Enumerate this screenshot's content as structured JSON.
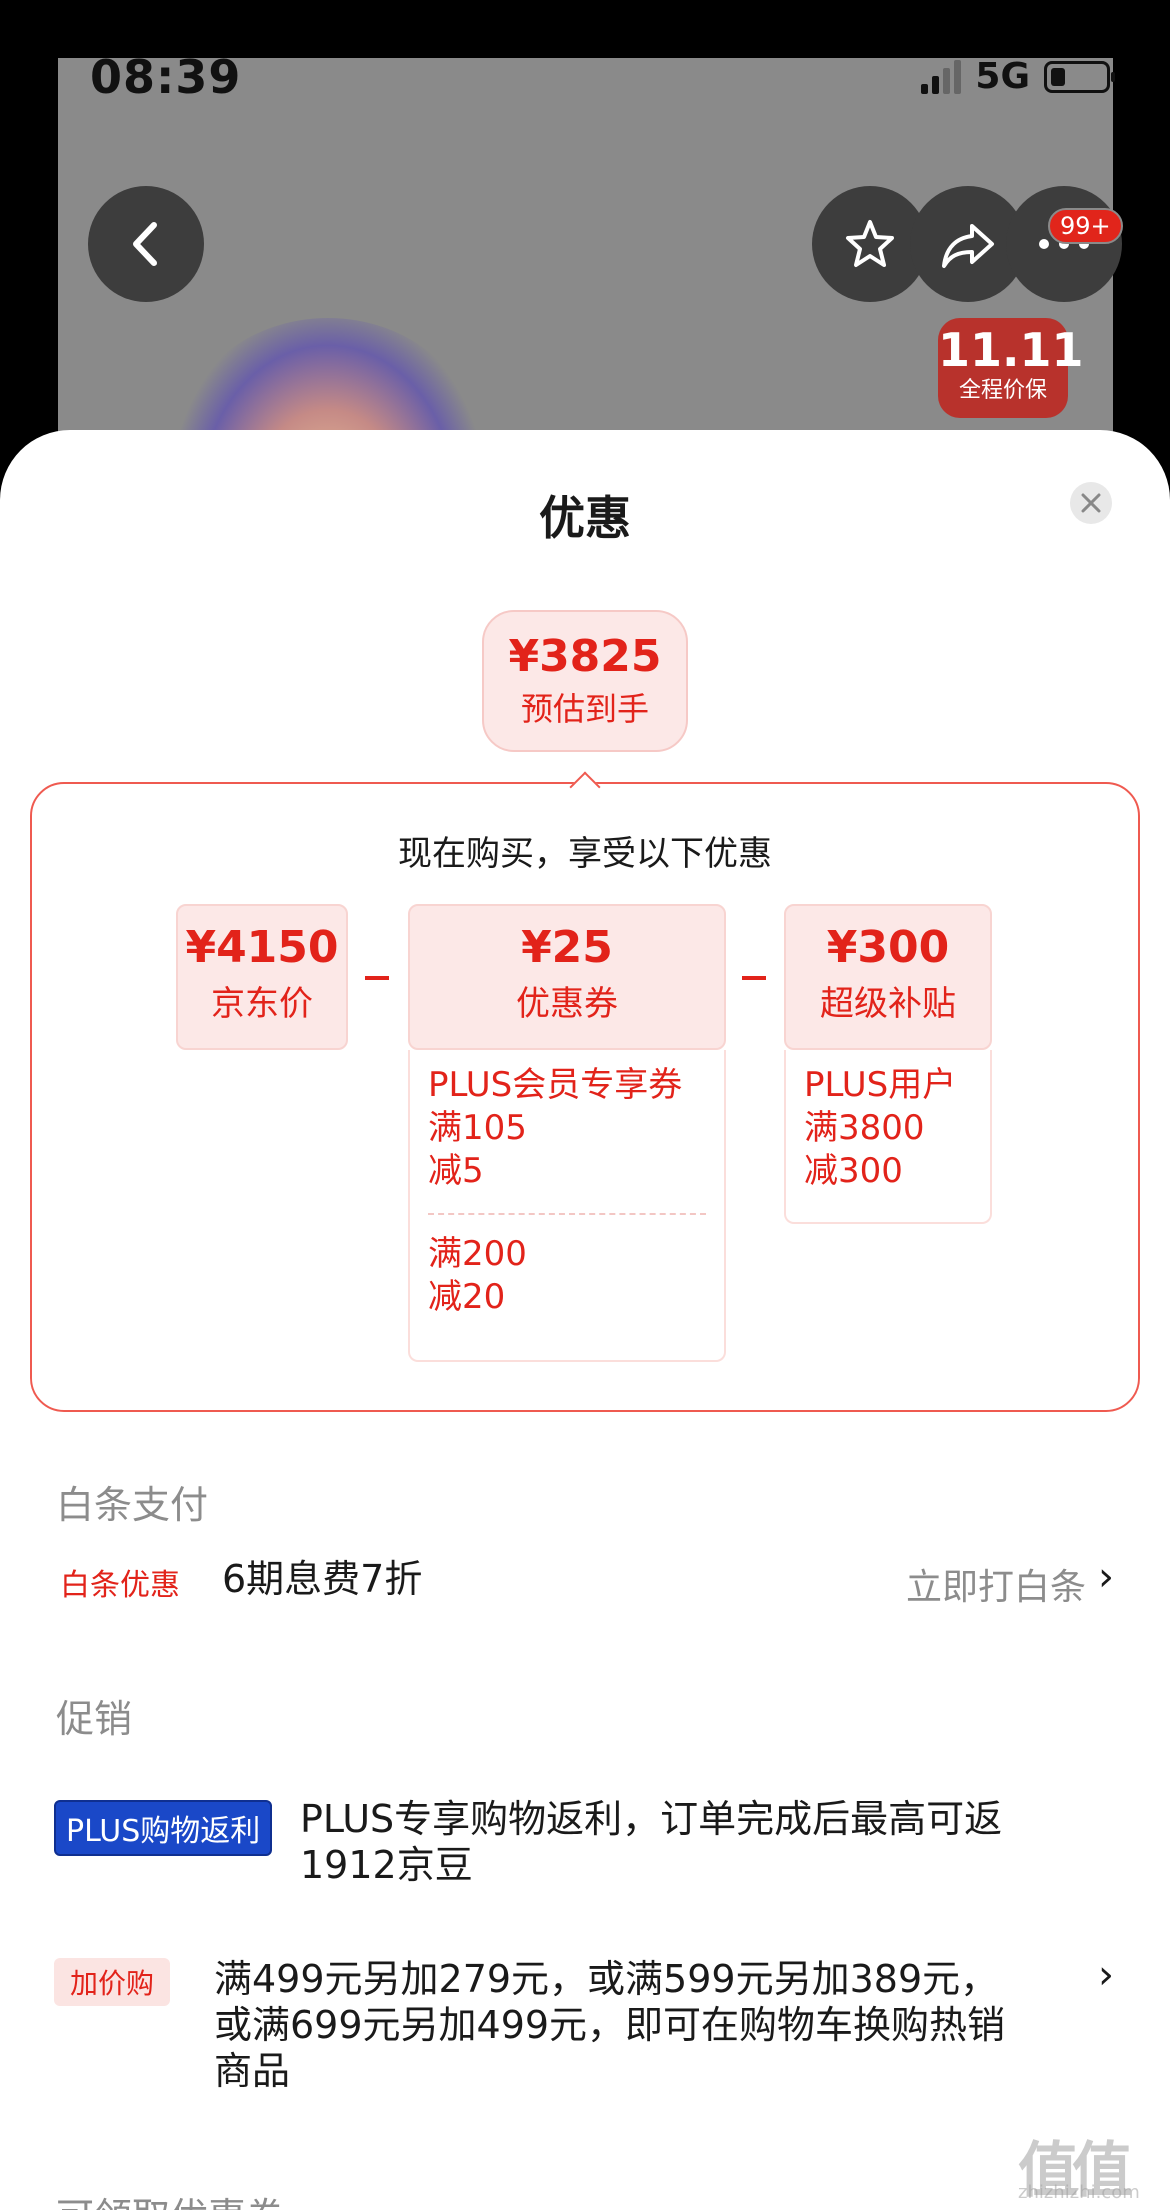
{
  "status_bar": {
    "time": "08:39",
    "network": "5G"
  },
  "background": {
    "nav_badge": "99+",
    "promo_tag": {
      "big": "11.11",
      "small": "全程价保"
    }
  },
  "sheet": {
    "title": "优惠",
    "estimate": {
      "price": "¥3825",
      "label": "预估到手"
    },
    "breakdown_heading": "现在购买，享受以下优惠",
    "columns": [
      {
        "price": "¥4150",
        "label": "京东价"
      },
      {
        "price": "¥25",
        "label": "优惠券",
        "lines_a": [
          "PLUS会员专享券",
          "满105",
          "减5"
        ],
        "lines_b": [
          "满200",
          "减20"
        ]
      },
      {
        "price": "¥300",
        "label": "超级补贴",
        "lines_a": [
          "PLUS用户",
          "满3800",
          "减300"
        ]
      }
    ],
    "baitiao": {
      "section": "白条支付",
      "tag": "白条优惠",
      "text": "6期息费7折",
      "link": "立即打白条"
    },
    "promotion": {
      "section": "促销",
      "items": [
        {
          "tag": "PLUS购物返利",
          "text_1": "PLUS专享购物返利，订单完成后最高可返",
          "text_2": "1912京豆"
        },
        {
          "tag": "加价购",
          "text_1": "满499元另加279元，或满599元另加389元，",
          "text_2": "或满699元另加499元，即可在购物车换购热销",
          "text_3": "商品"
        }
      ]
    },
    "coupon_section": "可领取优惠券"
  },
  "watermark": {
    "main": "值值值",
    "sub": "zhizhizhi.com"
  }
}
